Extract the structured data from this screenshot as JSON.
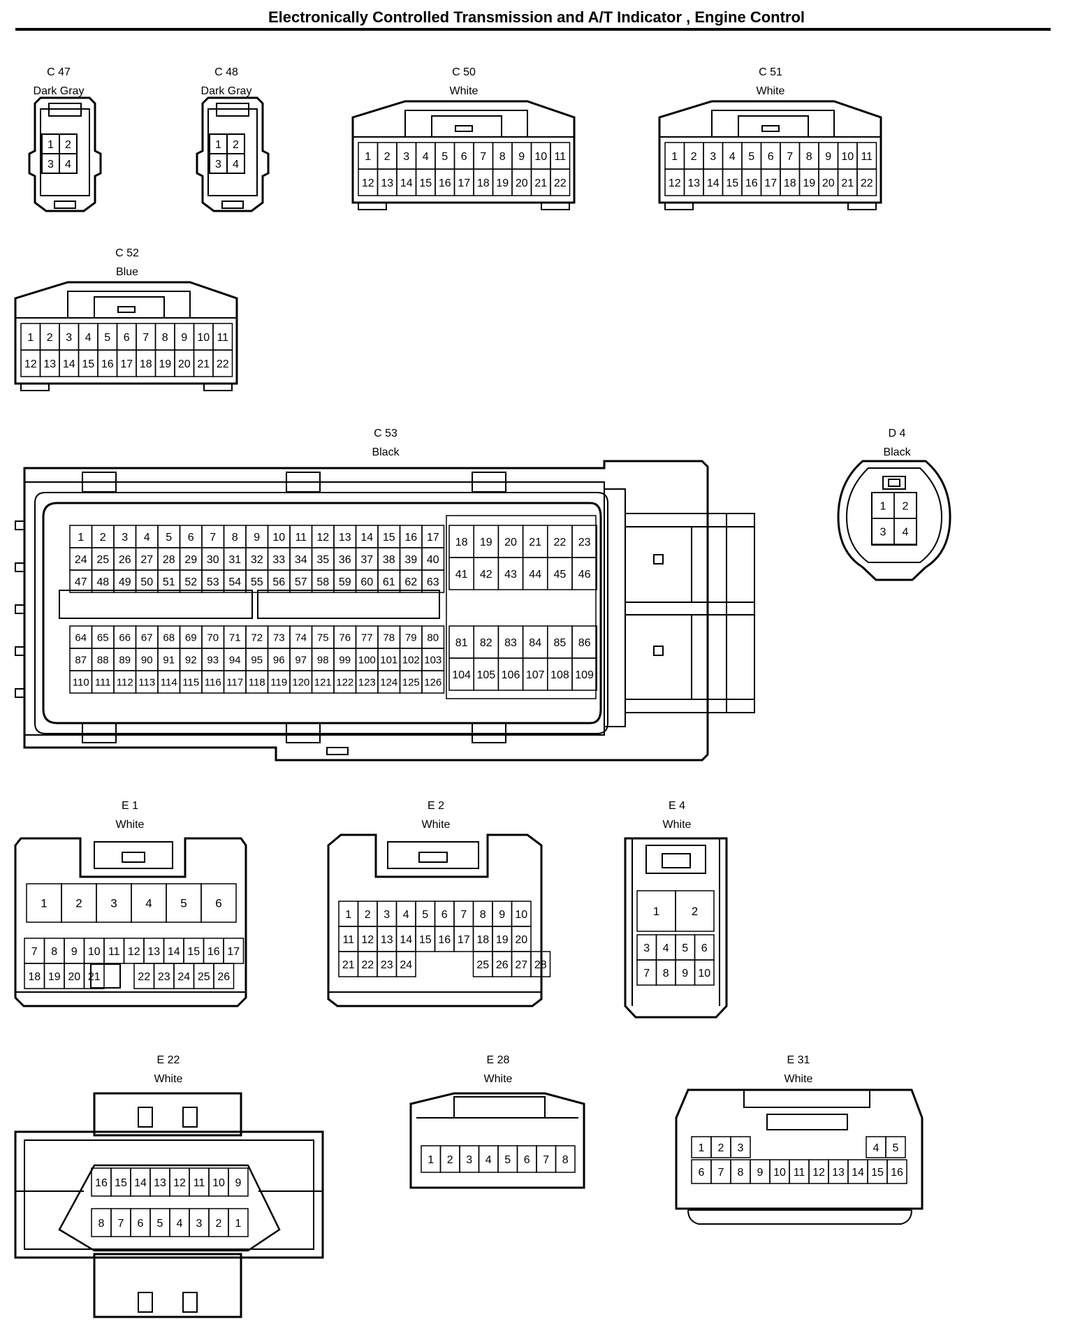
{
  "title": "Electronically Controlled Transmission and A/T Indicator , Engine Control",
  "connectors": {
    "C47": {
      "id": "C 47",
      "color": "Dark Gray",
      "pins": [
        "1",
        "2",
        "3",
        "4"
      ]
    },
    "C48": {
      "id": "C 48",
      "color": "Dark Gray",
      "pins": [
        "1",
        "2",
        "3",
        "4"
      ]
    },
    "C50": {
      "id": "C 50",
      "color": "White",
      "rows": [
        [
          "1",
          "2",
          "3",
          "4",
          "5",
          "6",
          "7",
          "8",
          "9",
          "10",
          "11"
        ],
        [
          "12",
          "13",
          "14",
          "15",
          "16",
          "17",
          "18",
          "19",
          "20",
          "21",
          "22"
        ]
      ]
    },
    "C51": {
      "id": "C 51",
      "color": "White",
      "rows": [
        [
          "1",
          "2",
          "3",
          "4",
          "5",
          "6",
          "7",
          "8",
          "9",
          "10",
          "11"
        ],
        [
          "12",
          "13",
          "14",
          "15",
          "16",
          "17",
          "18",
          "19",
          "20",
          "21",
          "22"
        ]
      ]
    },
    "C52": {
      "id": "C 52",
      "color": "Blue",
      "rows": [
        [
          "1",
          "2",
          "3",
          "4",
          "5",
          "6",
          "7",
          "8",
          "9",
          "10",
          "11"
        ],
        [
          "12",
          "13",
          "14",
          "15",
          "16",
          "17",
          "18",
          "19",
          "20",
          "21",
          "22"
        ]
      ]
    },
    "C53": {
      "id": "C 53",
      "color": "Black",
      "left_upper": [
        [
          "1",
          "2",
          "3",
          "4",
          "5",
          "6",
          "7",
          "8",
          "9",
          "10",
          "11",
          "12",
          "13",
          "14",
          "15",
          "16",
          "17"
        ],
        [
          "24",
          "25",
          "26",
          "27",
          "28",
          "29",
          "30",
          "31",
          "32",
          "33",
          "34",
          "35",
          "36",
          "37",
          "38",
          "39",
          "40"
        ],
        [
          "47",
          "48",
          "49",
          "50",
          "51",
          "52",
          "53",
          "54",
          "55",
          "56",
          "57",
          "58",
          "59",
          "60",
          "61",
          "62",
          "63"
        ]
      ],
      "left_lower": [
        [
          "64",
          "65",
          "66",
          "67",
          "68",
          "69",
          "70",
          "71",
          "72",
          "73",
          "74",
          "75",
          "76",
          "77",
          "78",
          "79",
          "80"
        ],
        [
          "87",
          "88",
          "89",
          "90",
          "91",
          "92",
          "93",
          "94",
          "95",
          "96",
          "97",
          "98",
          "99",
          "100",
          "101",
          "102",
          "103"
        ],
        [
          "110",
          "111",
          "112",
          "113",
          "114",
          "115",
          "116",
          "117",
          "118",
          "119",
          "120",
          "121",
          "122",
          "123",
          "124",
          "125",
          "126"
        ]
      ],
      "right_upper": [
        [
          "18",
          "19",
          "20",
          "21",
          "22",
          "23"
        ],
        [
          "41",
          "42",
          "43",
          "44",
          "45",
          "46"
        ]
      ],
      "right_lower": [
        [
          "81",
          "82",
          "83",
          "84",
          "85",
          "86"
        ],
        [
          "104",
          "105",
          "106",
          "107",
          "108",
          "109"
        ]
      ]
    },
    "D4": {
      "id": "D 4",
      "color": "Black",
      "pins": [
        "1",
        "2",
        "3",
        "4"
      ]
    },
    "E1": {
      "id": "E 1",
      "color": "White",
      "row1": [
        "1",
        "2",
        "3",
        "4",
        "5",
        "6"
      ],
      "row2": [
        "7",
        "8",
        "9",
        "10",
        "11",
        "12",
        "13",
        "14",
        "15",
        "16",
        "17"
      ],
      "row3": [
        "18",
        "19",
        "20",
        "21",
        "",
        "22",
        "23",
        "24",
        "25",
        "26"
      ]
    },
    "E2": {
      "id": "E 2",
      "color": "White",
      "row1": [
        "1",
        "2",
        "3",
        "4",
        "5",
        "6",
        "7",
        "8",
        "9",
        "10"
      ],
      "row2": [
        "11",
        "12",
        "13",
        "14",
        "15",
        "16",
        "17",
        "18",
        "19",
        "20"
      ],
      "row3": [
        "21",
        "22",
        "23",
        "24",
        "",
        "",
        "",
        "25",
        "26",
        "27",
        "28"
      ]
    },
    "E4": {
      "id": "E 4",
      "color": "White",
      "row1": [
        "1",
        "2"
      ],
      "row2": [
        "3",
        "4",
        "5",
        "6"
      ],
      "row3": [
        "7",
        "8",
        "9",
        "10"
      ]
    },
    "E22": {
      "id": "E 22",
      "color": "White",
      "row1": [
        "16",
        "15",
        "14",
        "13",
        "12",
        "11",
        "10",
        "9"
      ],
      "row2": [
        "8",
        "7",
        "6",
        "5",
        "4",
        "3",
        "2",
        "1"
      ]
    },
    "E28": {
      "id": "E 28",
      "color": "White",
      "row1": [
        "1",
        "2",
        "3",
        "4",
        "5",
        "6",
        "7",
        "8"
      ]
    },
    "E31": {
      "id": "E 31",
      "color": "White",
      "row1": [
        "1",
        "2",
        "3",
        "4",
        "5"
      ],
      "row2": [
        "6",
        "7",
        "8",
        "9",
        "10",
        "11",
        "12",
        "13",
        "14",
        "15",
        "16"
      ]
    }
  }
}
